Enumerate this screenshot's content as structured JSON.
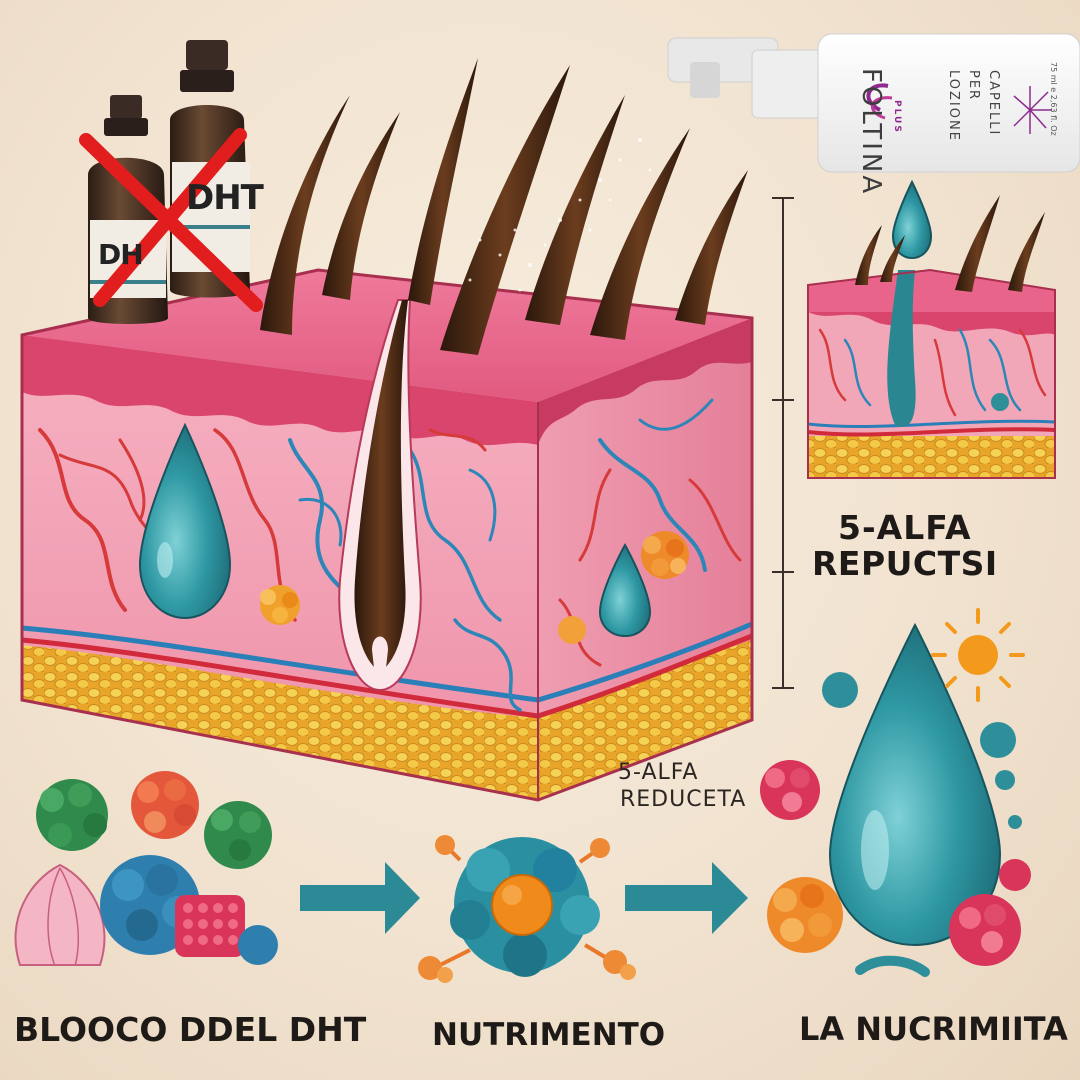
{
  "labels": {
    "enzyme_main_line1": "5-ALFA",
    "enzyme_main_line2": "REPUCTSI",
    "enzyme_small_line1": "5-ALFA",
    "enzyme_small_line2": "REDUCETA",
    "step1": "BLOOCO DDEL DHT",
    "step2": "NUTRIMENTO",
    "step3": "LA NUCRIMIITA"
  },
  "bottles": {
    "front_label": "DH",
    "back_label": "DHT"
  },
  "product": {
    "brand": "FOLTINA",
    "brand_sub": "PLUS",
    "name_line1": "LOZIONE",
    "name_line2": "PER",
    "name_line3": "CAPELLI",
    "volume": "75 ml e 2,63 fl. Oz"
  },
  "colors": {
    "skin_top": "#e8648a",
    "skin_side": "#f2a0b2",
    "fat": "#f2c53a",
    "droplet": "#2e8f9a",
    "hair": "#4a2814",
    "cross": "#e21d1d",
    "arrow": "#2b8a95"
  }
}
